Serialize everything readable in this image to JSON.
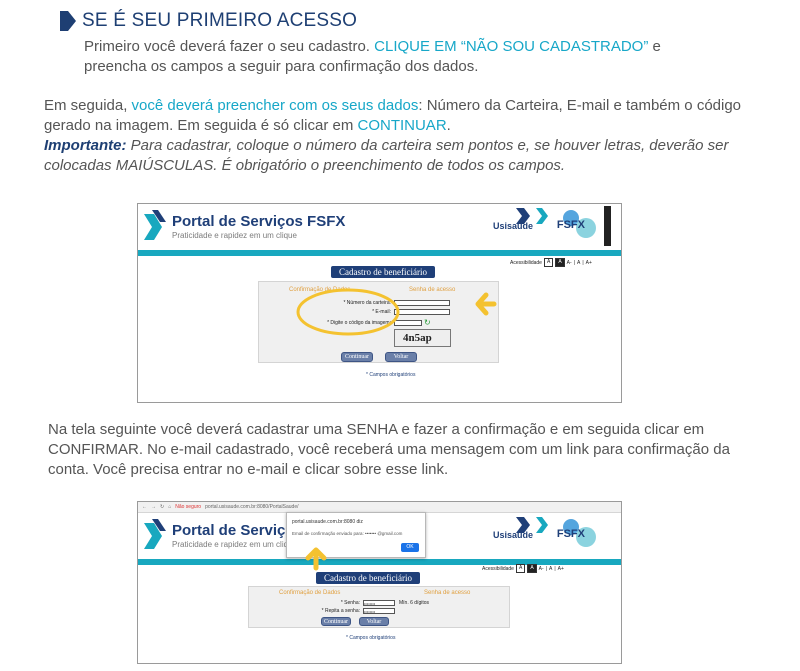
{
  "heading": {
    "title": "SE É SEU PRIMEIRO ACESSO"
  },
  "intro": {
    "line1_a": "Primeiro você deverá fazer o seu cadastro. ",
    "line1_b": "CLIQUE EM “NÃO SOU CADASTRADO”",
    "line1_c": " e",
    "line2": "preencha os campos a seguir para confirmação dos dados."
  },
  "para2": {
    "a": "Em seguida, ",
    "b": "você deverá preencher com os seus dados",
    "c": ": Número da Carteira, E-mail e também o código gerado na imagem. Em seguida é só clicar em ",
    "d": "CONTINUAR",
    "e": ".",
    "important": "Importante:",
    "italic": " Para cadastrar, coloque o número da carteira sem pontos e, se houver letras, deverão ser colocadas MAIÚSCULAS. É obrigatório o preenchimento de todos os campos."
  },
  "para3": "Na tela seguinte você deverá cadastrar uma SENHA e fazer a confirmação e em seguida clicar em CONFIRMAR. No e-mail cadastrado, você receberá uma mensagem com um link para confirmação da conta. Você precisa entrar no e-mail e clicar sobre esse link.",
  "shot1": {
    "portal_title": "Portal de Serviços FSFX",
    "portal_sub": "Praticidade e rapidez em um clique",
    "brand_usi": "Usisaúde",
    "brand_fsfx": "FSFX",
    "accessibility": "Acessibilidade",
    "acc_a1": "A",
    "acc_a2": "A",
    "acc_am": "A-",
    "acc_ap": "A+",
    "section_title": "Cadastro de beneficiário",
    "tab_confirm": "Confirmação de Dados",
    "tab_pass": "Senha de acesso",
    "label_card": "* Número da carteira:",
    "label_email": "* E-mail:",
    "label_code": "* Digite o código da imagem:",
    "captcha": "4n5ap",
    "btn_continue": "Continuar",
    "btn_back": "Voltar",
    "required": "* Campos obrigatórios"
  },
  "shot2": {
    "not_secure": "Não seguro",
    "url": "portal.usisaude.com.br:8080/PortalSaude/",
    "dialog_title": "portal.usisaude.com.br:8080 diz",
    "dialog_msg": "Email de confirmação enviado para: ••••••• @gmail.com",
    "dialog_ok": "OK",
    "portal_title": "Portal de Serviços FS",
    "portal_sub": "Praticidade e rapidez em um clique",
    "brand_usi": "Usisaúde",
    "brand_fsfx": "FSFX",
    "accessibility": "Acessibilidade",
    "acc_a1": "A",
    "acc_a2": "A",
    "acc_am": "A-",
    "acc_ap": "A+",
    "section_title": "Cadastro de beneficiário",
    "tab_confirm": "Confirmação de Dados",
    "tab_pass": "Senha de acesso",
    "label_pass": "* Senha:",
    "label_repeat": "* Repita a senha:",
    "pass_value": "••••••••",
    "hint": "Mín. 6 dígitos",
    "btn_continue": "Continuar",
    "btn_back": "Voltar",
    "required": "* Campos obrigatórios"
  },
  "colors": {
    "navy": "#1e3f73",
    "cyan": "#17a7c8",
    "yellow": "#f4c230",
    "teal": "#18a8bf"
  }
}
